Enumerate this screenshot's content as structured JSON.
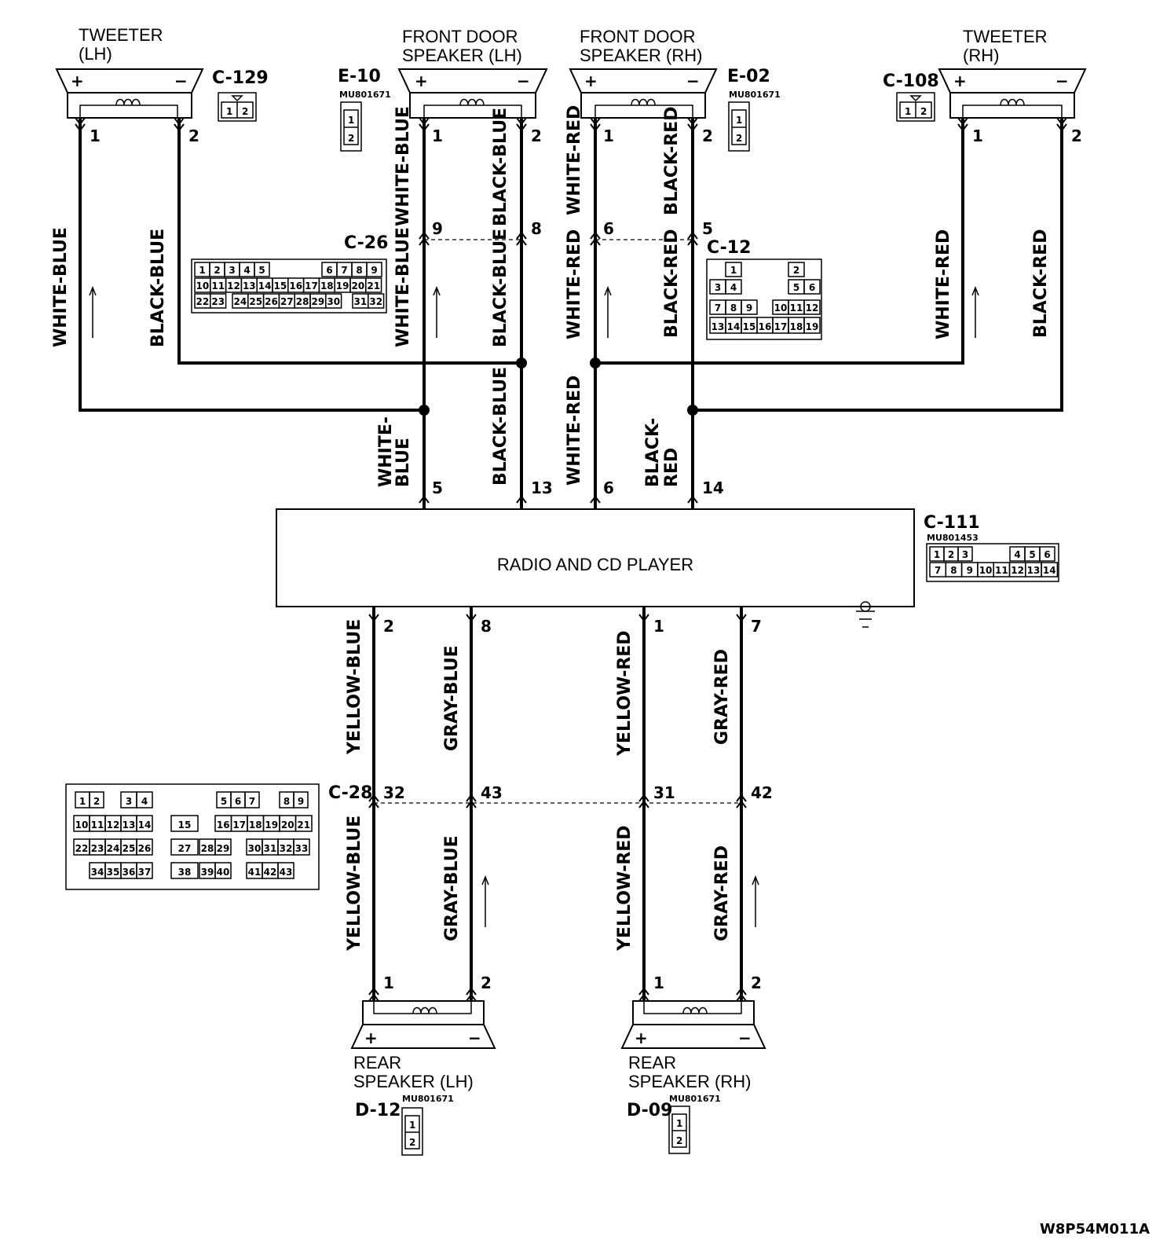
{
  "components": {
    "tweeter_lh": {
      "title": "TWEETER",
      "side": "(LH)",
      "connector": "C-129"
    },
    "front_door_lh": {
      "title": "FRONT DOOR",
      "sub": "SPEAKER (LH)",
      "connector": "E-10",
      "part": "MU801671"
    },
    "front_door_rh": {
      "title": "FRONT DOOR",
      "sub": "SPEAKER (RH)",
      "connector": "E-02",
      "part": "MU801671"
    },
    "tweeter_rh": {
      "title": "TWEETER",
      "side": "(RH)",
      "connector": "C-108"
    },
    "radio": {
      "label": "RADIO AND CD PLAYER",
      "connector": "C-111",
      "part": "MU801453"
    },
    "rear_lh": {
      "title": "REAR",
      "sub": "SPEAKER (LH)",
      "connector": "D-12",
      "part": "MU801671"
    },
    "rear_rh": {
      "title": "REAR",
      "sub": "SPEAKER (RH)",
      "connector": "D-09",
      "part": "MU801671"
    }
  },
  "intermediate_connectors": {
    "c26": "C-26",
    "c12": "C-12",
    "c28": "C-28"
  },
  "polarity": {
    "plus": "+",
    "minus": "−"
  },
  "wire_colors": {
    "white_blue": "WHITE-BLUE",
    "black_blue": "BLACK-BLUE",
    "white_red": "WHITE-RED",
    "black_red": "BLACK-RED",
    "white_blue_split_1": "WHITE-",
    "white_blue_split_2": "BLUE",
    "black_red_split_1": "BLACK-",
    "black_red_split_2": "RED",
    "yellow_blue": "YELLOW-BLUE",
    "gray_blue": "GRAY-BLUE",
    "yellow_red": "YELLOW-RED",
    "gray_red": "GRAY-RED"
  },
  "pins": {
    "p1": "1",
    "p2": "2",
    "p5": "5",
    "p6": "6",
    "p7": "7",
    "p8": "8",
    "p9": "9",
    "p13": "13",
    "p14": "14",
    "p31": "31",
    "p32": "32",
    "p42": "42",
    "p43": "43"
  },
  "connector_faces": {
    "pair": [
      "1",
      "2"
    ],
    "c26": {
      "row1": [
        "1",
        "2",
        "3",
        "4",
        "5",
        "6",
        "7",
        "8",
        "9"
      ],
      "row2": [
        "10",
        "11",
        "12",
        "13",
        "14",
        "15",
        "16",
        "17",
        "18",
        "19",
        "20",
        "21"
      ],
      "row3": [
        "22",
        "23",
        "24",
        "25",
        "26",
        "27",
        "28",
        "29",
        "30",
        "31",
        "32"
      ]
    },
    "c12": {
      "row1": [
        "1",
        "2"
      ],
      "row2": [
        "3",
        "4",
        "5",
        "6"
      ],
      "row3": [
        "7",
        "8",
        "9",
        "10",
        "11",
        "12"
      ],
      "row4": [
        "13",
        "14",
        "15",
        "16",
        "17",
        "18",
        "19"
      ]
    },
    "c111": {
      "row1": [
        "1",
        "2",
        "3",
        "4",
        "5",
        "6"
      ],
      "row2": [
        "7",
        "8",
        "9",
        "10",
        "11",
        "12",
        "13",
        "14"
      ]
    },
    "c28": {
      "row1": [
        "1",
        "2",
        "3",
        "4",
        "5",
        "6",
        "7",
        "8",
        "9"
      ],
      "row2": [
        "10",
        "11",
        "12",
        "13",
        "14",
        "15",
        "16",
        "17",
        "18",
        "19",
        "20",
        "21"
      ],
      "row3": [
        "22",
        "23",
        "24",
        "25",
        "26",
        "27",
        "28",
        "29",
        "30",
        "31",
        "32",
        "33"
      ],
      "row4": [
        "34",
        "35",
        "36",
        "37",
        "38",
        "39",
        "40",
        "41",
        "42",
        "43"
      ]
    }
  },
  "figure_code": "W8P54M011A"
}
